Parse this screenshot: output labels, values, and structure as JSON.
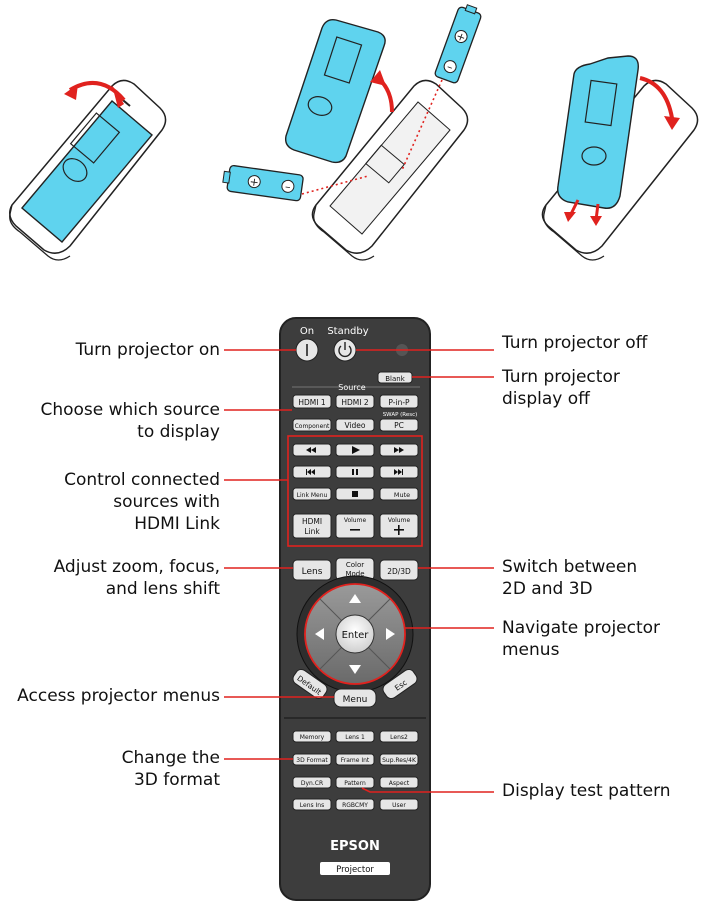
{
  "remote": {
    "top_labels": {
      "on": "On",
      "standby": "Standby"
    },
    "source_header": "Source",
    "buttons": {
      "blank": "Blank",
      "hdmi1": "HDMI 1",
      "hdmi2": "HDMI 2",
      "pinp": "P-in-P",
      "swap": "SWAP (Resc)",
      "component": "Component",
      "video": "Video",
      "pc": "PC",
      "link_menu": "Link Menu",
      "mute": "Mute",
      "hdmi_link_1": "HDMI",
      "hdmi_link_2": "Link",
      "volume_down": "Volume",
      "volume_up": "Volume",
      "lens": "Lens",
      "color_mode_1": "Color",
      "color_mode_2": "Mode",
      "b2d3d": "2D/3D",
      "enter": "Enter",
      "default": "Default",
      "menu": "Menu",
      "esc": "Esc",
      "memory": "Memory",
      "lens1": "Lens 1",
      "lens2": "Lens2",
      "format3d": "3D Format",
      "frame_int": "Frame Int",
      "sup_res": "Sup.Res/4K",
      "dyn_cr": "Dyn.CR",
      "pattern": "Pattern",
      "aspect": "Aspect",
      "lens_ins": "Lens Ins",
      "rgbcmy": "RGBCMY",
      "user": "User",
      "projector": "Projector"
    },
    "brand": "EPSON"
  },
  "callouts": {
    "turn_on": [
      "Turn projector on"
    ],
    "choose_source": [
      "Choose which source",
      "to display"
    ],
    "control_sources": [
      "Control connected",
      "sources with",
      "HDMI Link"
    ],
    "adjust_zoom": [
      "Adjust zoom, focus,",
      "and lens shift"
    ],
    "access_menus": [
      "Access projector menus"
    ],
    "change_3d": [
      "Change the",
      "3D format"
    ],
    "turn_off": [
      "Turn projector off"
    ],
    "display_off": [
      "Turn projector",
      "display off"
    ],
    "switch_2d3d": [
      "Switch between",
      "2D and 3D"
    ],
    "navigate": [
      "Navigate projector",
      "menus"
    ],
    "test_pattern": [
      "Display test pattern"
    ]
  },
  "colors": {
    "accent": "#e0221e",
    "cover": "#5fd3ee",
    "remote_body": "#3d3d3d"
  }
}
